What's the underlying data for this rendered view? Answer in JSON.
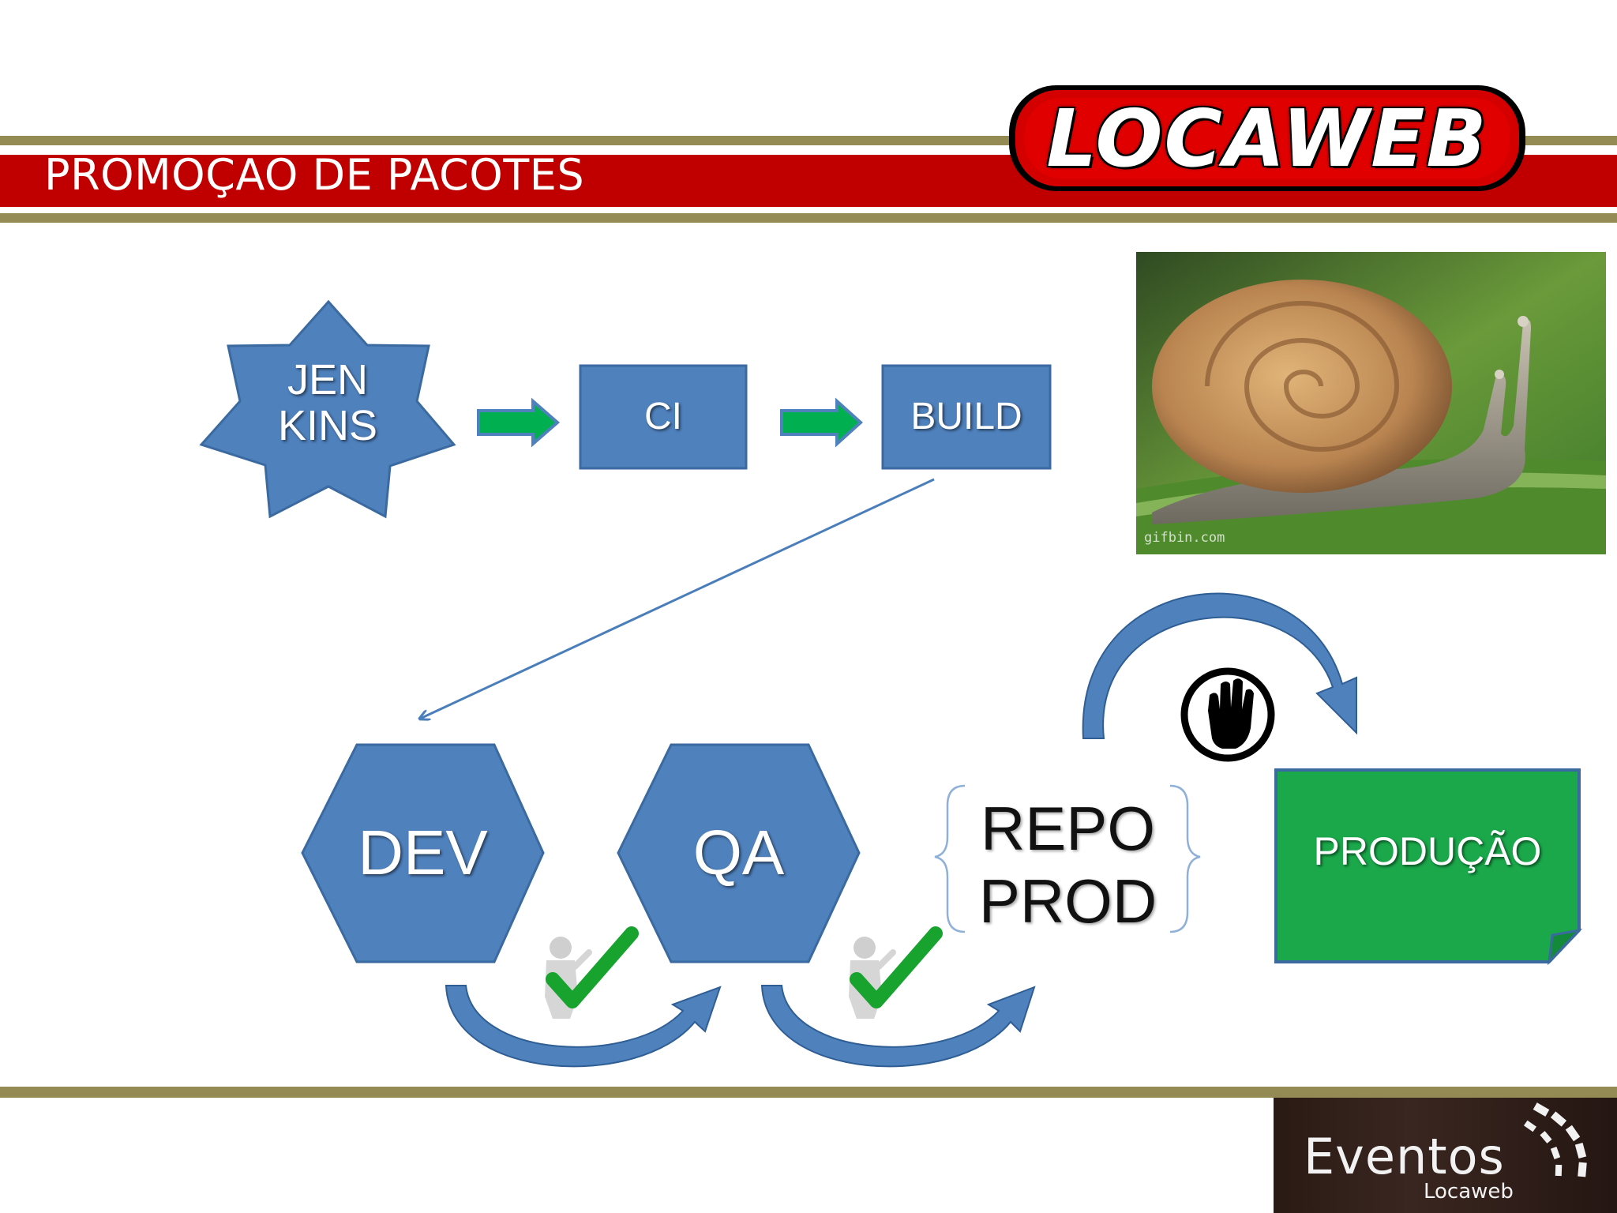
{
  "slide": {
    "title": "PROMOÇÃO DE PACOTES"
  },
  "header": {
    "logo_text": "LOCAWEB"
  },
  "diagram": {
    "nodes": {
      "jenkins": "JEN\nKINS",
      "ci": "CI",
      "build": "BUILD",
      "dev": "DEV",
      "qa": "QA",
      "repo_prod": "REPO\nPROD",
      "producao": "PRODUÇÃO"
    },
    "icons": [
      "approval-check-icon",
      "approval-check-icon",
      "stop-hand-icon",
      "snail-image"
    ]
  },
  "image": {
    "watermark": "gifbin.com"
  },
  "footer": {
    "brand_title": "Eventos",
    "brand_sub": "Locaweb"
  },
  "colors": {
    "red_band": "#c00000",
    "gold_band": "#948a54",
    "shape_blue": "#4f81bd",
    "shape_border": "#3a6aa0",
    "arrow_green": "#00b050",
    "producao_green": "#1aa84a"
  }
}
